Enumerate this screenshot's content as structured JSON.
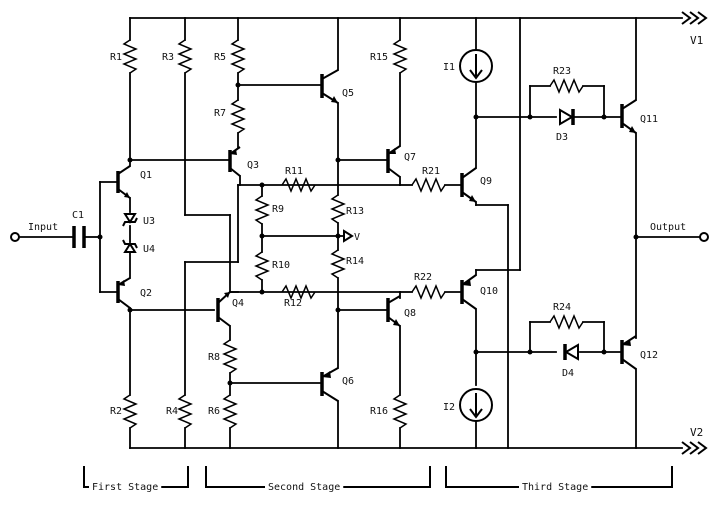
{
  "rails": {
    "positive": "V1",
    "negative": "V2"
  },
  "ports": {
    "input": "Input",
    "output": "Output"
  },
  "stages": [
    "First Stage",
    "Second Stage",
    "Third Stage"
  ],
  "capacitors": {
    "c1": "C1"
  },
  "resistors": {
    "r1": "R1",
    "r2": "R2",
    "r3": "R3",
    "r4": "R4",
    "r5": "R5",
    "r6": "R6",
    "r7": "R7",
    "r8": "R8",
    "r9": "R9",
    "r10": "R10",
    "r11": "R11",
    "r12": "R12",
    "r13": "R13",
    "r14": "R14",
    "r15": "R15",
    "r16": "R16",
    "r21": "R21",
    "r22": "R22",
    "r23": "R23",
    "r24": "R24"
  },
  "transistors": {
    "q1": "Q1",
    "q2": "Q2",
    "q3": "Q3",
    "q4": "Q4",
    "q5": "Q5",
    "q6": "Q6",
    "q7": "Q7",
    "q8": "Q8",
    "q9": "Q9",
    "q10": "Q10",
    "q11": "Q11",
    "q12": "Q12"
  },
  "sources": {
    "i1": "I1",
    "i2": "I2"
  },
  "diodes": {
    "d3": "D3",
    "d4": "D4"
  },
  "zeners": {
    "u3": "U3",
    "u4": "U4"
  },
  "extra": {
    "v": "V"
  }
}
